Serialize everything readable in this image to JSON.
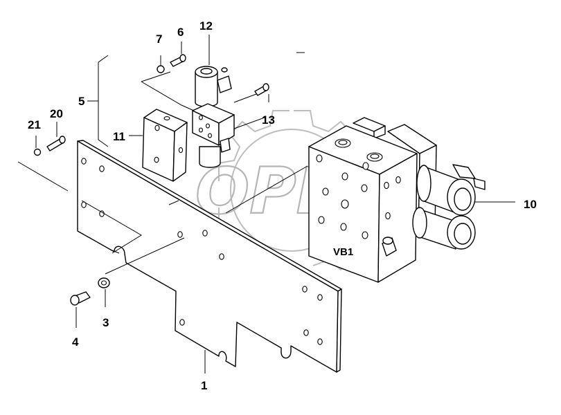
{
  "callouts": {
    "c1": "1",
    "c3": "3",
    "c4": "4",
    "c5": "5",
    "c6": "6",
    "c7": "7",
    "c10": "10",
    "c11": "11",
    "c12": "12",
    "c13": "13",
    "c20": "20",
    "c21": "21"
  },
  "part_marking": "VB1",
  "watermark": "OPEX"
}
